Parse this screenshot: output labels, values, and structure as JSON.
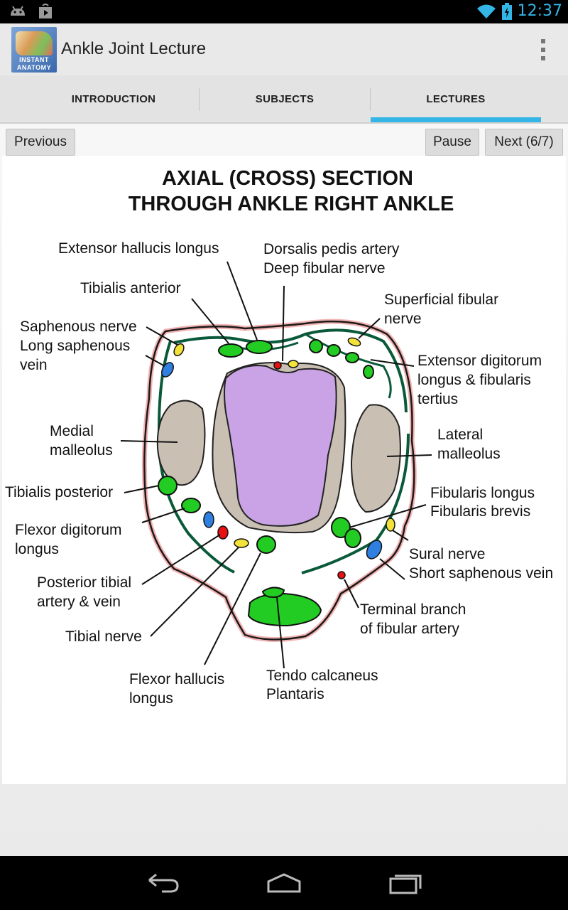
{
  "status_bar": {
    "time": "12:37"
  },
  "app": {
    "title": "Ankle Joint Lecture",
    "icon_text_1": "INSTANT",
    "icon_text_2": "ANATOMY"
  },
  "tabs": [
    {
      "label": "INTRODUCTION",
      "selected": false
    },
    {
      "label": "SUBJECTS",
      "selected": false
    },
    {
      "label": "LECTURES",
      "selected": true
    }
  ],
  "controls": {
    "previous": "Previous",
    "pause": "Pause",
    "next": "Next (6/7)"
  },
  "diagram": {
    "title_line1": "AXIAL (CROSS) SECTION",
    "title_line2": "THROUGH ANKLE RIGHT ANKLE",
    "labels": {
      "extensor_hallucis_longus": "Extensor hallucis longus",
      "dorsalis_pedis_artery": "Dorsalis pedis artery",
      "deep_fibular_nerve": "Deep fibular nerve",
      "tibialis_anterior": "Tibialis anterior",
      "superficial_fibular_1": "Superficial fibular",
      "superficial_fibular_2": "nerve",
      "saphenous_nerve": "Saphenous nerve",
      "long_saphenous_1": "Long saphenous",
      "long_saphenous_2": "vein",
      "extensor_digitorum_1": "Extensor digitorum",
      "extensor_digitorum_2": "longus & fibularis",
      "extensor_digitorum_3": "tertius",
      "medial_malleolus_1": "Medial",
      "medial_malleolus_2": "malleolus",
      "lateral_malleolus_1": "Lateral",
      "lateral_malleolus_2": "malleolus",
      "tibialis_posterior": "Tibialis posterior",
      "fibularis_longus": "Fibularis longus",
      "fibularis_brevis": "Fibularis brevis",
      "flexor_digitorum_1": "Flexor digitorum",
      "flexor_digitorum_2": "longus",
      "sural_nerve": "Sural nerve",
      "short_saphenous_vein": "Short saphenous vein",
      "posterior_tibial_1": "Posterior tibial",
      "posterior_tibial_2": "artery & vein",
      "terminal_branch_1": "Terminal branch",
      "terminal_branch_2": "of fibular artery",
      "tibial_nerve": "Tibial nerve",
      "flexor_hallucis_1": "Flexor hallucis",
      "flexor_hallucis_2": "longus",
      "tendo_calcaneus": "Tendo calcaneus",
      "plantaris": "Plantaris"
    }
  },
  "colors": {
    "accent": "#33b5e5",
    "muscle": "#22cc22",
    "bone_talus": "#c9a3e6",
    "bone_malleolus": "#c9c0b3",
    "artery": "#e81010",
    "vein": "#2f7fe0",
    "nerve": "#f2e23a",
    "skin": "#f3b3b3"
  }
}
